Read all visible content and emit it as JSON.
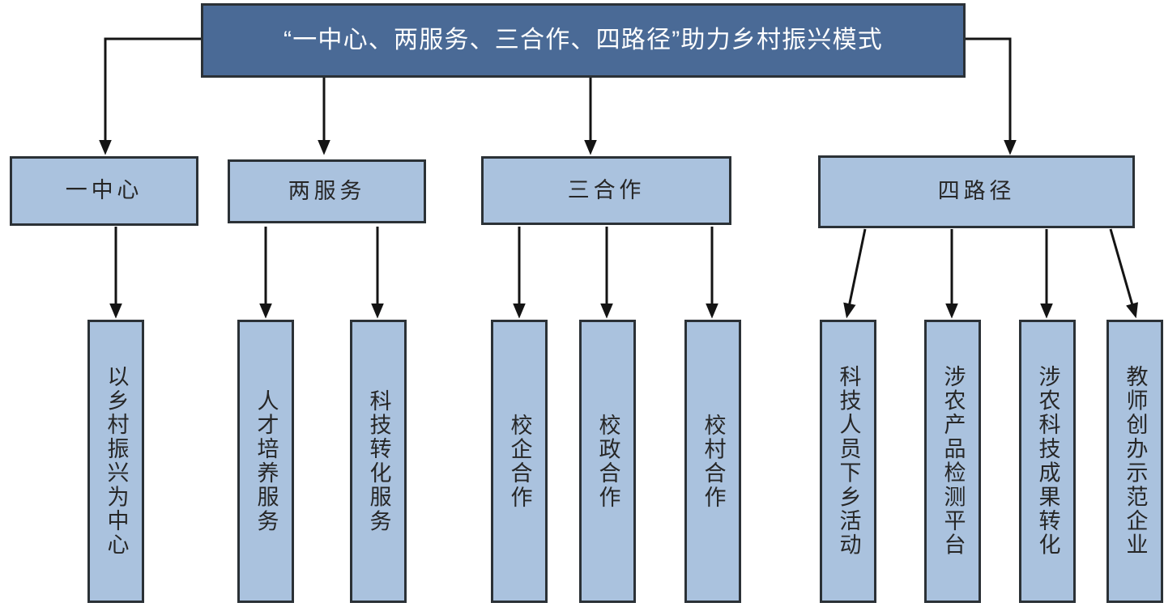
{
  "diagram": {
    "type": "org-chart",
    "title_node": {
      "id": "root",
      "label": "“一中心、两服务、三合作、四路径”助力乡村振兴模式",
      "fill": "#4a6a96",
      "text_color": "#ffffff"
    },
    "branch_fill": "#aac2de",
    "branch_text_color": "#262626",
    "stroke": "#2b3136",
    "branches": [
      {
        "id": "branch-1",
        "label": "一中心",
        "children": [
          {
            "id": "leaf-1-1",
            "label": "以乡村振兴为中心"
          }
        ]
      },
      {
        "id": "branch-2",
        "label": "两服务",
        "children": [
          {
            "id": "leaf-2-1",
            "label": "人才培养服务"
          },
          {
            "id": "leaf-2-2",
            "label": "科技转化服务"
          }
        ]
      },
      {
        "id": "branch-3",
        "label": "三合作",
        "children": [
          {
            "id": "leaf-3-1",
            "label": "校企合作"
          },
          {
            "id": "leaf-3-2",
            "label": "校政合作"
          },
          {
            "id": "leaf-3-3",
            "label": "校村合作"
          }
        ]
      },
      {
        "id": "branch-4",
        "label": "四路径",
        "children": [
          {
            "id": "leaf-4-1",
            "label": "科技人员下乡活动"
          },
          {
            "id": "leaf-4-2",
            "label": "涉农产品检测平台"
          },
          {
            "id": "leaf-4-3",
            "label": "涉农科技成果转化"
          },
          {
            "id": "leaf-4-4",
            "label": "教师创办示范企业"
          }
        ]
      }
    ]
  }
}
